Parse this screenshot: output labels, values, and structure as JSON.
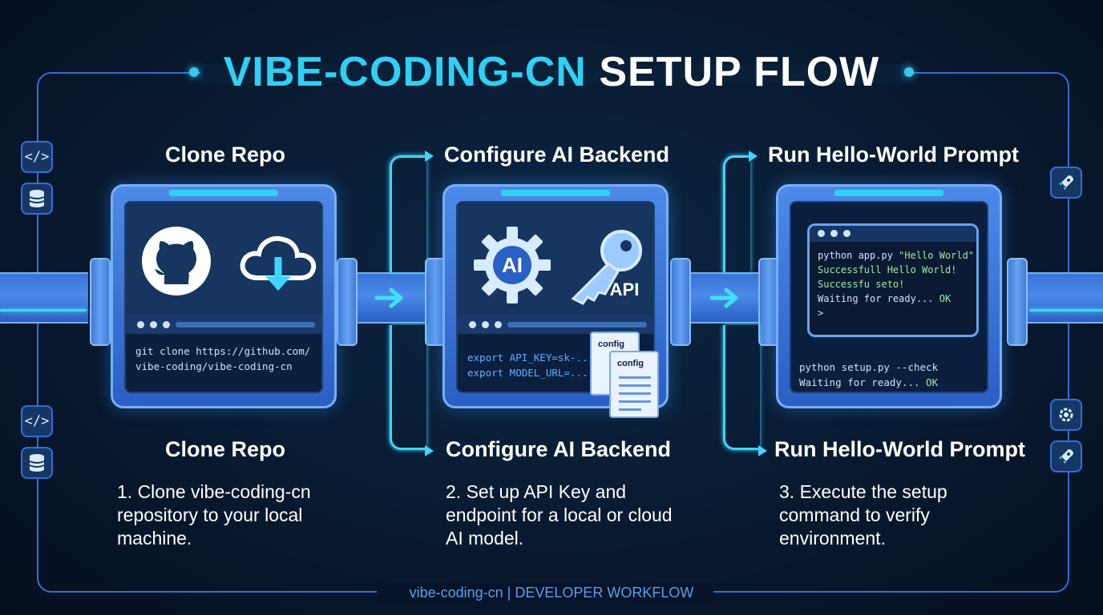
{
  "title": {
    "accent": "VIBE-CODING-CN",
    "plain": "SETUP FLOW"
  },
  "steps": [
    {
      "heading_top": "Clone Repo",
      "heading_bottom": "Clone Repo",
      "description": "1. Clone vibe-coding-cn repository to your local machine.",
      "code_lines": [
        "git clone https://github.com/",
        "vibe-coding/vibe-coding-cn"
      ]
    },
    {
      "heading_top": "Configure AI Backend",
      "heading_bottom": "Configure AI Backend",
      "description": "2. Set up API Key and endpoint for a local or cloud AI model.",
      "code_lines": [
        "export API_KEY=sk-..",
        "export MODEL_URL=..."
      ],
      "icon_labels": {
        "gear": "AI",
        "key": "API",
        "doc1": "config",
        "doc2": "config"
      }
    },
    {
      "heading_top": "Run Hello-World Prompt",
      "heading_bottom": "Run Hello-World Prompt",
      "description": "3. Execute the setup command to verify environment.",
      "terminal_lines": [
        "python app.py ",
        "\"Hello World\"",
        "Successfull Hello World!",
        "Successfu seto!",
        "Waiting for ready... ",
        "OK",
        ">"
      ],
      "code_lines": [
        "python setup.py --check",
        "Waiting for ready... ",
        "OK"
      ]
    }
  ],
  "footer": "vibe-coding-cn | DEVELOPER WORKFLOW",
  "colors": {
    "accent": "#2fd0f5",
    "panel": "#4d8ae8",
    "frame": "#2f6fd6",
    "ok_text": "#9fe7a3"
  }
}
